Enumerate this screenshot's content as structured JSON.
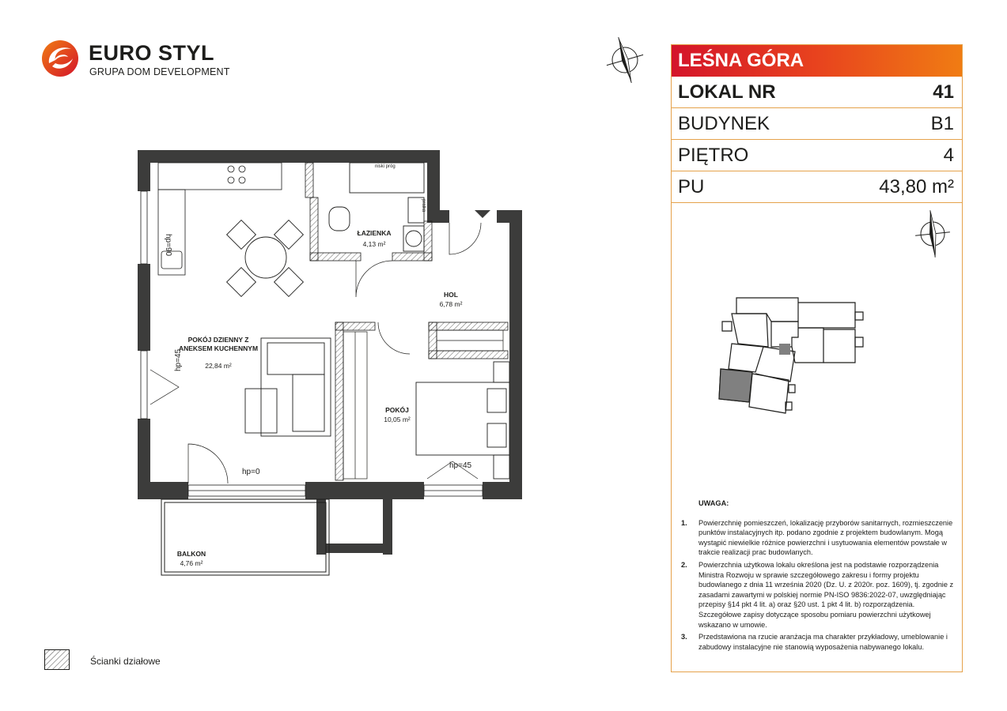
{
  "brand": {
    "name": "EURO STYL",
    "subtitle": "GRUPA DOM DEVELOPMENT",
    "colors": {
      "red": "#d4142a",
      "orange": "#f07c13",
      "dark": "#1d1d1b",
      "wall": "#3c3c3b"
    }
  },
  "info": {
    "project": "LEŚNA GÓRA",
    "rows": [
      {
        "label": "LOKAL NR",
        "value": "41"
      },
      {
        "label": "BUDYNEK",
        "value": "B1"
      },
      {
        "label": "PIĘTRO",
        "value": "4"
      },
      {
        "label": "PU",
        "value": "43,80 m²"
      }
    ]
  },
  "rooms": {
    "living": {
      "name1": "POKÓJ DZIENNY Z",
      "name2": "ANEKSEM KUCHENNYM",
      "area": "22,84 m²"
    },
    "bathroom": {
      "name": "ŁAZIENKA",
      "area": "4,13 m²"
    },
    "hall": {
      "name": "HOL",
      "area": "6,78 m²"
    },
    "bedroom": {
      "name": "POKÓJ",
      "area": "10,05 m²"
    },
    "balcony": {
      "name": "BALKON",
      "area": "4,76 m²"
    }
  },
  "labels": {
    "hp90": "hp=90",
    "hp45_left": "hp=45",
    "hp0": "hp=0",
    "hp45_bottom": "hp=45",
    "low_threshold": "niski próg",
    "washer": "pralka"
  },
  "notes": {
    "title": "UWAGA:",
    "items": [
      {
        "num": "1.",
        "text": "Powierzchnię pomieszczeń, lokalizację przyborów sanitarnych, rozmieszczenie punktów instalacyjnych itp. podano zgodnie z projektem budowlanym. Mogą wystąpić niewielkie różnice powierzchni i usytuowania elementów powstałe w trakcie realizacji prac budowlanych."
      },
      {
        "num": "2.",
        "text": "Powierzchnia użytkowa lokalu określona jest na podstawie rozporządzenia Ministra Rozwoju w sprawie szczegółowego zakresu i formy projektu budowlanego z dnia 11 września 2020 (Dz. U. z 2020r. poz. 1609), tj. zgodnie z zasadami zawartymi w polskiej normie PN-ISO 9836:2022-07, uwzględniając przepisy §14 pkt 4 lit. a) oraz §20 ust. 1 pkt 4 lit. b) rozporządzenia. Szczegółowe zapisy dotyczące sposobu pomiaru powierzchni użytkowej wskazano w umowie."
      },
      {
        "num": "3.",
        "text": "Przedstawiona na rzucie aranżacja ma charakter przykładowy, umeblowanie i zabudowy instalacyjne nie stanowią wyposażenia nabywanego lokalu."
      }
    ]
  },
  "legend": {
    "label": "Ścianki działowe"
  }
}
